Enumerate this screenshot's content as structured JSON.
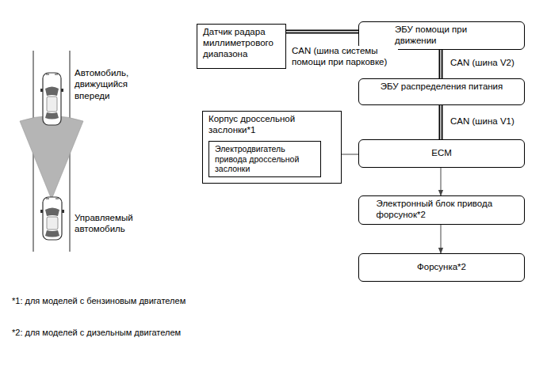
{
  "diagram": {
    "nodes": [
      {
        "text": [
          "Датчик радара миллиметрового диапазона"
        ]
      },
      {
        "text": [
          "ЭБУ помощи при движении"
        ]
      },
      {
        "text": [
          "ЭБУ распределения питания"
        ]
      },
      {
        "text": [
          "Корпус дроссельной заслонки*1"
        ]
      },
      {
        "text": [
          "Электродвигатель привода дроссельной заслонки"
        ],
        "in": 3
      },
      {
        "text": [
          "ECM"
        ]
      },
      {
        "text": [
          "Электронный блок привода форсунок*2"
        ]
      },
      {
        "text": [
          "Форсунка*2"
        ]
      }
    ],
    "edges": [
      {
        "from": 0,
        "to": 1,
        "arrow": "none",
        "label": "CAN (шина системы помощи при парковке)"
      },
      {
        "from": 1,
        "to": 2,
        "arrow": "none",
        "label": "CAN (шина V2)"
      },
      {
        "from": 2,
        "to": 5,
        "arrow": "none",
        "label": "CAN (шина V1)"
      },
      {
        "from": 5,
        "to": 4,
        "arrow": "to"
      },
      {
        "from": 5,
        "to": 6,
        "arrow": "to"
      },
      {
        "from": 6,
        "to": 7,
        "arrow": "to"
      }
    ],
    "labels": [
      "Автомобиль, движущийся впереди",
      "Управляемый автомобиль",
      "*1: для моделей с бензиновым двигателем",
      "*2: для моделей с дизельным двигателем"
    ]
  }
}
